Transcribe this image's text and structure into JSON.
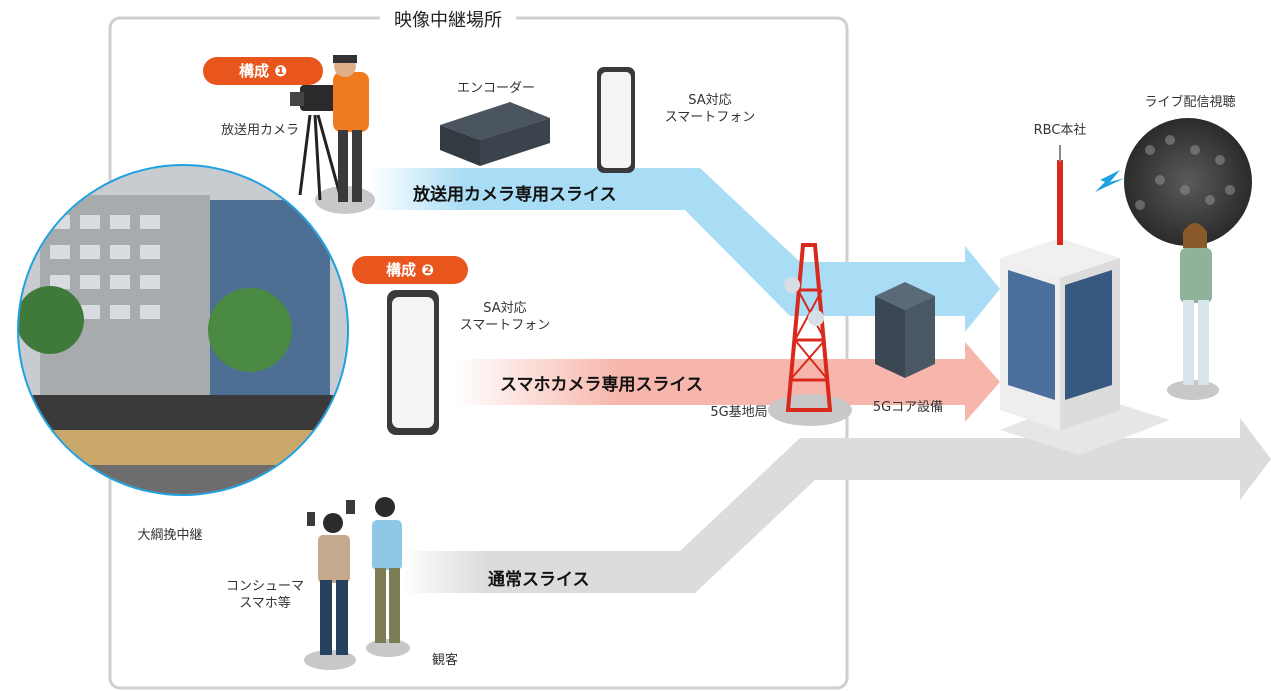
{
  "venue": {
    "title": "映像中継場所"
  },
  "configs": [
    {
      "badge": "構成 ❶"
    },
    {
      "badge": "構成 ❷"
    }
  ],
  "devices": {
    "broadcast_camera": "放送用カメラ",
    "encoder": "エンコーダー",
    "sa_phone_1": "SA対応\nスマートフォン",
    "sa_phone_2": "SA対応\nスマートフォン",
    "base_station": "5G基地局",
    "core": "5Gコア設備",
    "hq": "RBC本社",
    "live_view": "ライブ配信視聴",
    "tug_of_war": "大綱挽中継",
    "consumer_phones": "コンシューマ\nスマホ等",
    "audience": "観客"
  },
  "slices": {
    "camera": "放送用カメラ専用スライス",
    "smartphone": "スマホカメラ専用スライス",
    "normal": "通常スライス"
  },
  "colors": {
    "camera_slice": "#a9dcf5",
    "smartphone_slice": "#f7b6ac",
    "normal_slice": "#dcdcdc",
    "badge": "#e8561e",
    "tower": "#d9291c"
  }
}
